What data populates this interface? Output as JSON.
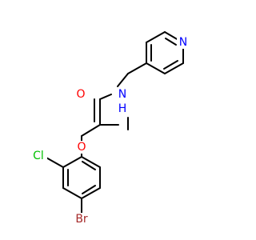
{
  "molecule": {
    "atoms": {
      "N_pyridine": {
        "symbol": "N",
        "color": "#0000ff"
      },
      "N_amide": {
        "symbol": "N",
        "color": "#0000ff"
      },
      "H_amide": {
        "symbol": "H",
        "color": "#0000ff"
      },
      "O_carbonyl": {
        "symbol": "O",
        "color": "#ff0000"
      },
      "O_ether": {
        "symbol": "O",
        "color": "#ff0000"
      },
      "Cl": {
        "symbol": "Cl",
        "color": "#00c000"
      },
      "Br": {
        "symbol": "Br",
        "color": "#a52a2a"
      }
    }
  }
}
